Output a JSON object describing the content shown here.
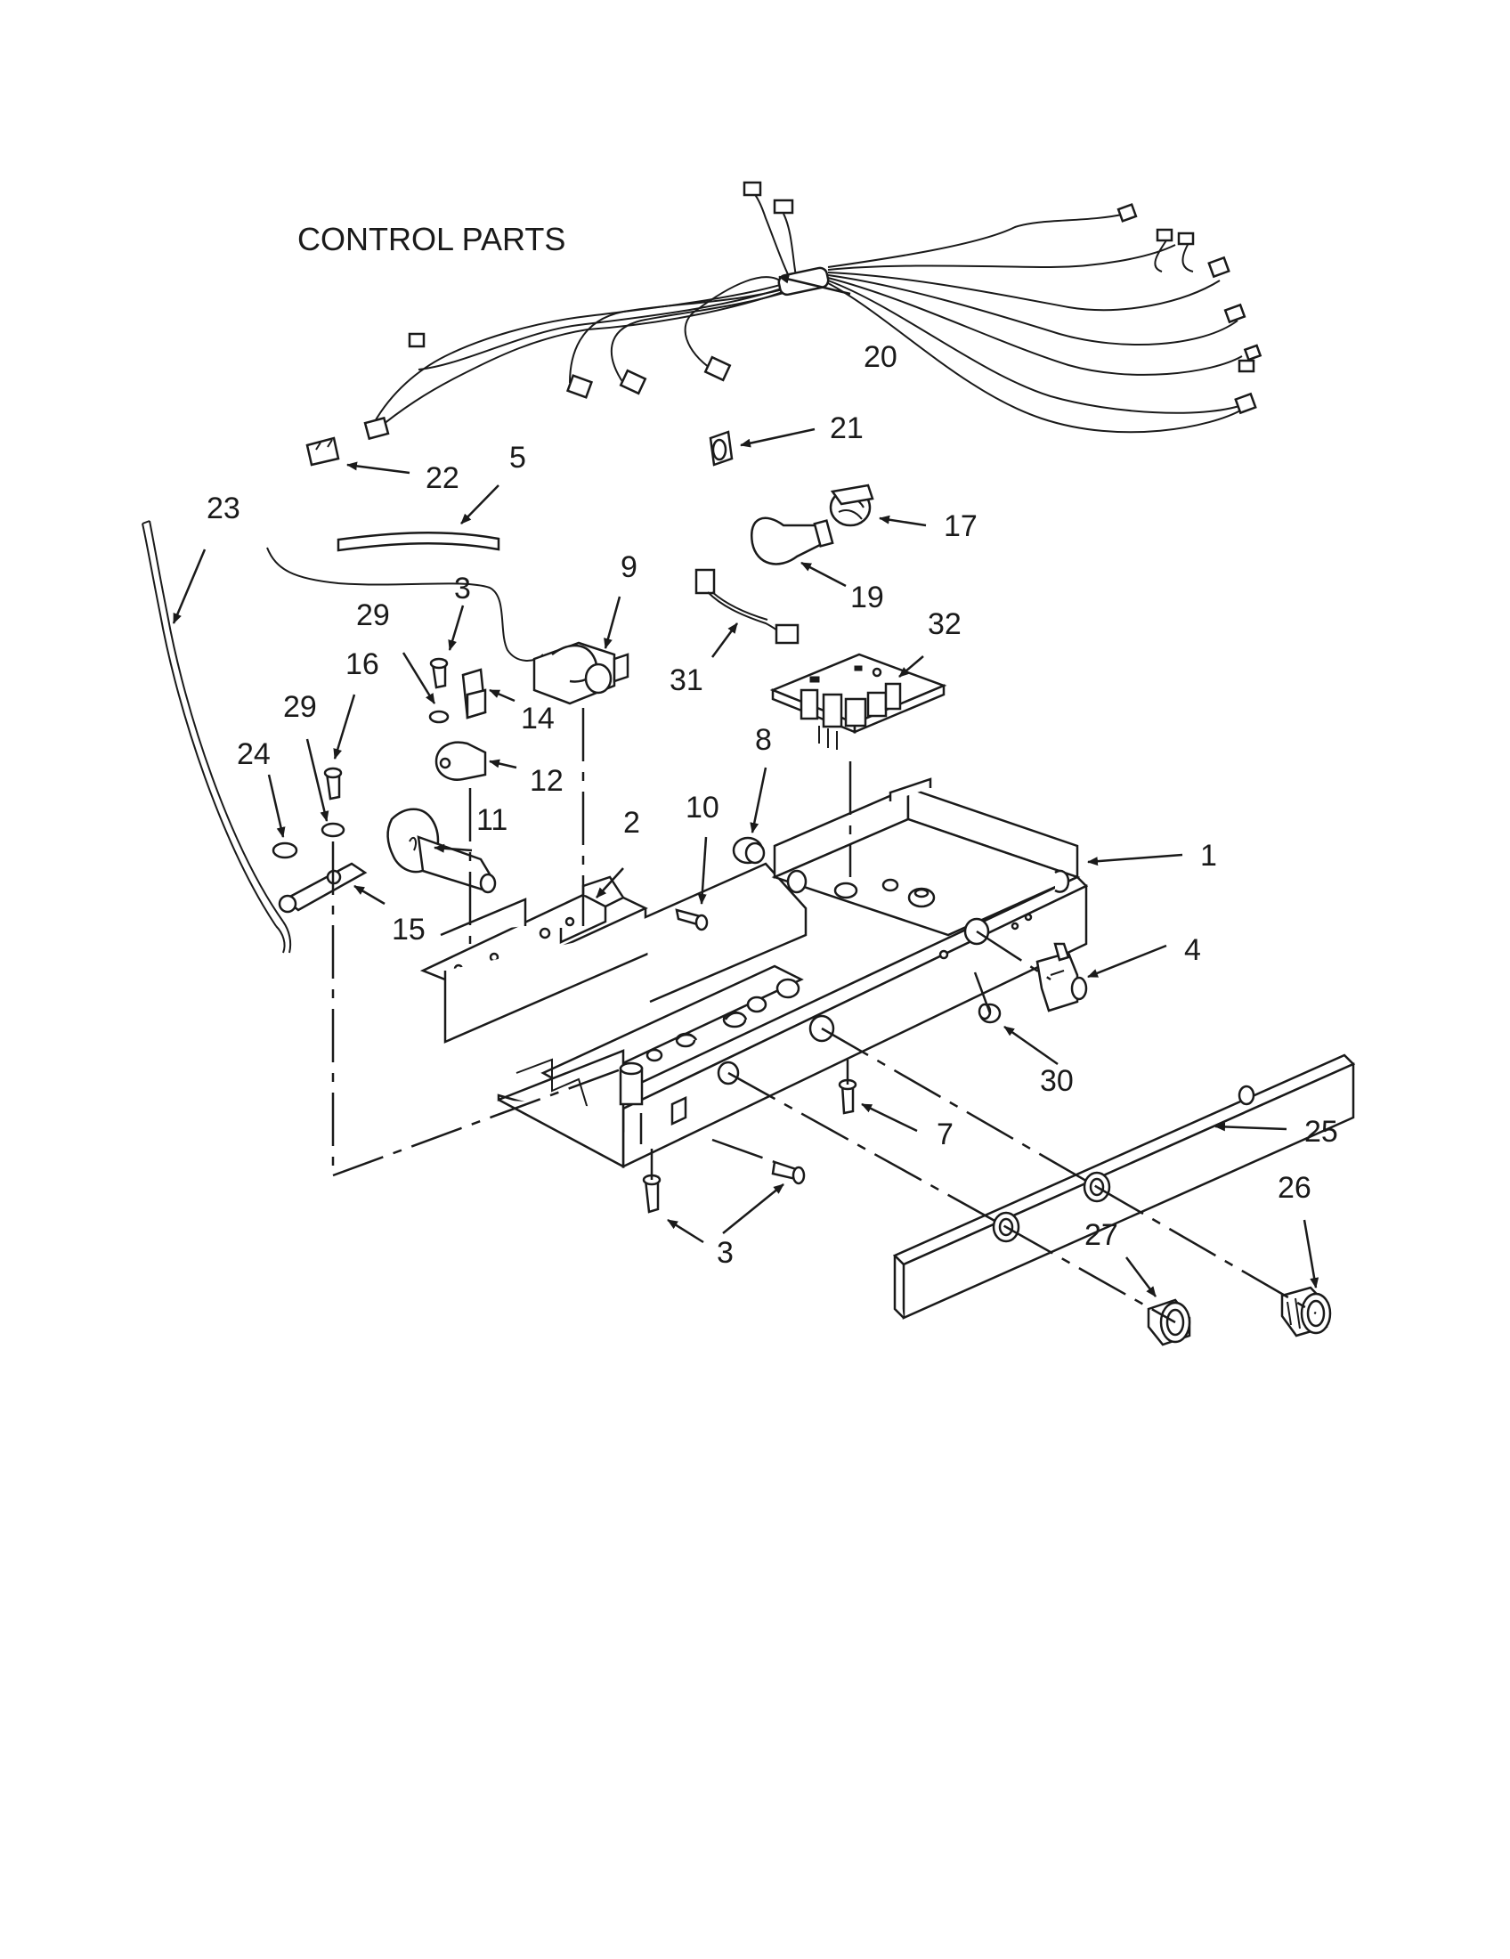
{
  "title": "CONTROL PARTS",
  "callouts": [
    {
      "id": "c1",
      "text": "1"
    },
    {
      "id": "c2",
      "text": "2"
    },
    {
      "id": "c3a",
      "text": "3"
    },
    {
      "id": "c3b",
      "text": "3"
    },
    {
      "id": "c4",
      "text": "4"
    },
    {
      "id": "c5",
      "text": "5"
    },
    {
      "id": "c7",
      "text": "7"
    },
    {
      "id": "c8",
      "text": "8"
    },
    {
      "id": "c9",
      "text": "9"
    },
    {
      "id": "c10",
      "text": "10"
    },
    {
      "id": "c11",
      "text": "11"
    },
    {
      "id": "c12",
      "text": "12"
    },
    {
      "id": "c14",
      "text": "14"
    },
    {
      "id": "c15",
      "text": "15"
    },
    {
      "id": "c16",
      "text": "16"
    },
    {
      "id": "c17",
      "text": "17"
    },
    {
      "id": "c19",
      "text": "19"
    },
    {
      "id": "c20",
      "text": "20"
    },
    {
      "id": "c21",
      "text": "21"
    },
    {
      "id": "c22",
      "text": "22"
    },
    {
      "id": "c23",
      "text": "23"
    },
    {
      "id": "c24",
      "text": "24"
    },
    {
      "id": "c25",
      "text": "25"
    },
    {
      "id": "c26",
      "text": "26"
    },
    {
      "id": "c27",
      "text": "27"
    },
    {
      "id": "c29a",
      "text": "29"
    },
    {
      "id": "c29b",
      "text": "29"
    },
    {
      "id": "c30",
      "text": "30"
    },
    {
      "id": "c31",
      "text": "31"
    },
    {
      "id": "c32",
      "text": "32"
    }
  ]
}
